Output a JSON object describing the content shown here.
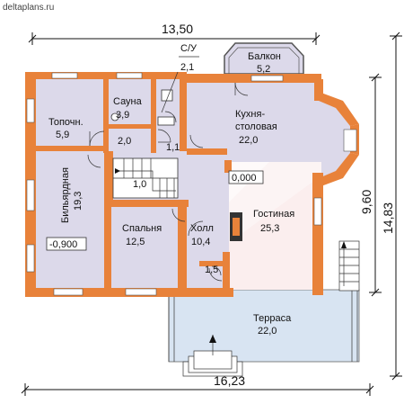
{
  "site": "deltaplans.ru",
  "dimensions": {
    "top": "13,50",
    "bottom": "16,23",
    "right_inner": "9,60",
    "right_outer": "14,83"
  },
  "rooms": {
    "balcony": {
      "name": "Балкон",
      "area": "5,2"
    },
    "wc": {
      "name": "С/У",
      "area": "2,1"
    },
    "sauna": {
      "name": "Сауна",
      "area": "3,9"
    },
    "furnace": {
      "name": "Топочн.",
      "area": "5,9"
    },
    "kitchen": {
      "name": "Кухня-\nстоловая",
      "line1": "Кухня-",
      "line2": "столовая",
      "area": "22,0"
    },
    "billiard": {
      "name": "Бильярдная",
      "area": "19,3"
    },
    "bedroom": {
      "name": "Спальня",
      "area": "12,5"
    },
    "hall": {
      "name": "Холл",
      "area": "10,4"
    },
    "living": {
      "name": "Гостиная",
      "area": "25,3"
    },
    "terrace": {
      "name": "Терраса",
      "area": "22,0"
    }
  },
  "small_areas": {
    "a1": "2,0",
    "a2": "1,1",
    "a3": "1,0",
    "a4": "1,5"
  },
  "levels": {
    "main": "0,000",
    "billiard": "-0,900"
  },
  "colors": {
    "wall": "#e8823a",
    "room_fill": "#dcd9ea",
    "living_fill": "#fbeeee",
    "terrace_fill": "#d8e4f2",
    "dim_line": "#111111"
  }
}
